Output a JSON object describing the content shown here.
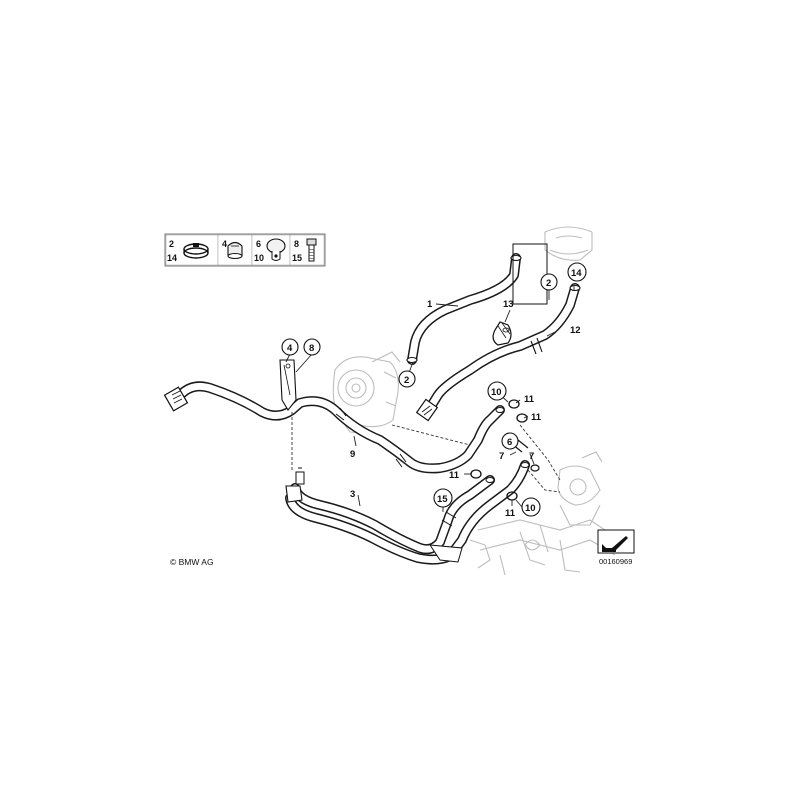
{
  "diagram": {
    "legend": {
      "cells": [
        {
          "top": "2",
          "bottom": "14",
          "icon": "hose-clamp-icon"
        },
        {
          "top": "4",
          "bottom": "",
          "icon": "bracket-clip-icon"
        },
        {
          "top": "6",
          "bottom": "10",
          "icon": "cap-plug-icon"
        },
        {
          "top": "8",
          "bottom": "15",
          "icon": "bolt-icon"
        }
      ]
    },
    "callouts": {
      "c1": "1",
      "c2a": "2",
      "c2b": "2",
      "c3": "3",
      "c4": "4",
      "c6": "6",
      "c7a": "7",
      "c7b": "7",
      "c8": "8",
      "c9": "9",
      "c10a": "10",
      "c10b": "10",
      "c11a": "11",
      "c11b": "11",
      "c11c": "11",
      "c11d": "11",
      "c12": "12",
      "c13": "13",
      "c14": "14",
      "c15": "15"
    },
    "copyright": "© BMW AG",
    "drawing_number": "00160969"
  }
}
